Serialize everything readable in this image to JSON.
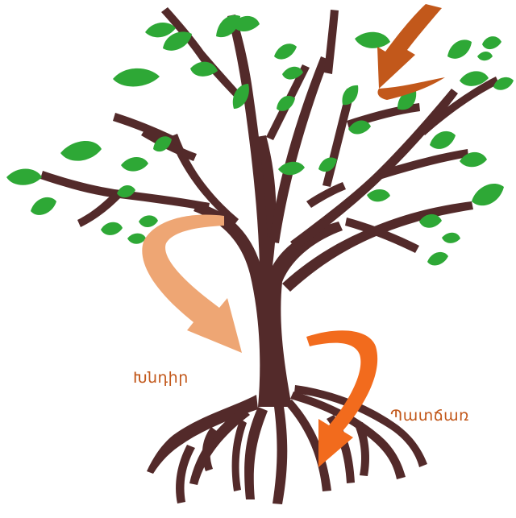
{
  "labels": {
    "problem": "Խնդիր",
    "cause": "Պատճառ"
  },
  "colors": {
    "trunk": "#532a2a",
    "leaf": "#2ea836",
    "arrow_top": "#c2581b",
    "arrow_middle": "#eea674",
    "arrow_bottom": "#f26b1d",
    "label_problem": "#c2581b",
    "label_cause": "#c2581b"
  },
  "icons": [
    "tree-illustration",
    "curved-arrow"
  ]
}
